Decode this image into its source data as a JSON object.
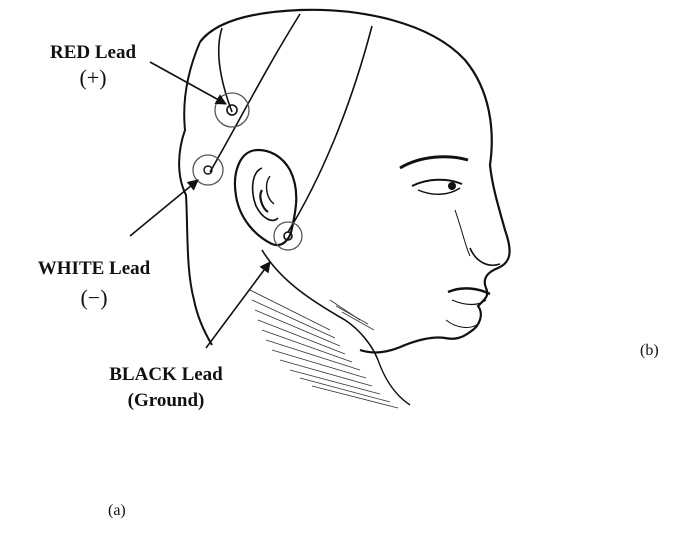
{
  "leads": {
    "red": {
      "name": "RED Lead",
      "polarity": "(+)"
    },
    "white": {
      "name": "WHITE Lead",
      "polarity": "(−)"
    },
    "black": {
      "name": "BLACK Lead",
      "polarity": "(Ground)"
    }
  },
  "captions": {
    "a": "(a)",
    "b": "(b)"
  }
}
